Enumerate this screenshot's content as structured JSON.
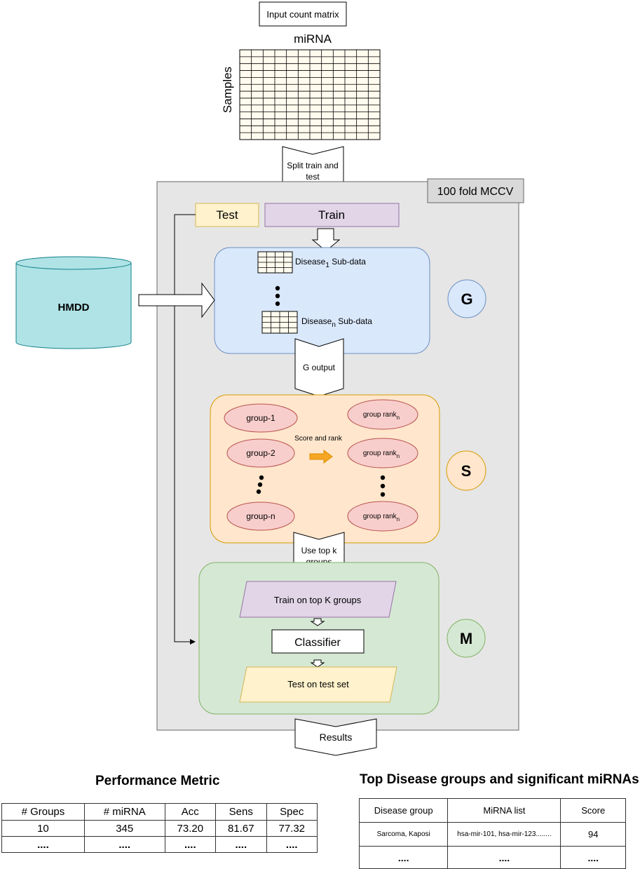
{
  "input": {
    "box_label": "Input count matrix",
    "col_label": "miRNA",
    "row_label": "Samples"
  },
  "split_label_1": "Split train and",
  "split_label_2": "test",
  "mccv_label": "100 fold MCCV",
  "test_label": "Test",
  "train_label": "Train",
  "hmdd_label": "HMDD",
  "g_stage": {
    "badge": "G",
    "disease1_base": "Disease",
    "disease1_sub": "1",
    "disease1_suffix": " Sub-data",
    "diseasen_base": "Disease",
    "diseasen_sub": "n",
    "diseasen_suffix": " Sub-data",
    "output_label": "G output"
  },
  "s_stage": {
    "badge": "S",
    "groups": [
      "group-1",
      "group-2",
      "group-n"
    ],
    "rank_base": "group rank",
    "rank_sub": "n",
    "score_label": "Score and rank",
    "topk_line1": "Use top k",
    "topk_line2": "groups"
  },
  "m_stage": {
    "badge": "M",
    "train_top_k": "Train on top K groups",
    "classifier": "Classifier",
    "test_on_set": "Test on test set"
  },
  "results_label": "Results",
  "performance": {
    "title": "Performance Metric",
    "headers": [
      "# Groups",
      "# miRNA",
      "Acc",
      "Sens",
      "Spec"
    ],
    "rows": [
      [
        "10",
        "345",
        "73.20",
        "81.67",
        "77.32"
      ],
      [
        "....",
        "....",
        "....",
        "....",
        "...."
      ]
    ]
  },
  "top_disease": {
    "title": "Top Disease groups and significant miRNAs",
    "headers": [
      "Disease group",
      "MiRNA list",
      "Score"
    ],
    "rows": [
      [
        "Sarcoma, Kaposi",
        "hsa-mir-101, hsa-mir-123........",
        "94"
      ],
      [
        "....",
        "....",
        "...."
      ]
    ]
  },
  "colors": {
    "panel": "#e6e6e6",
    "g_fill": "#dae8fc",
    "s_fill": "#ffe6cc",
    "m_fill": "#d5e8d4",
    "ellipse": "#f8cecc",
    "train": "#e1d5e7",
    "test": "#fff2cc",
    "hmdd": "#b0e3e6",
    "arrow": "#f5a623"
  }
}
